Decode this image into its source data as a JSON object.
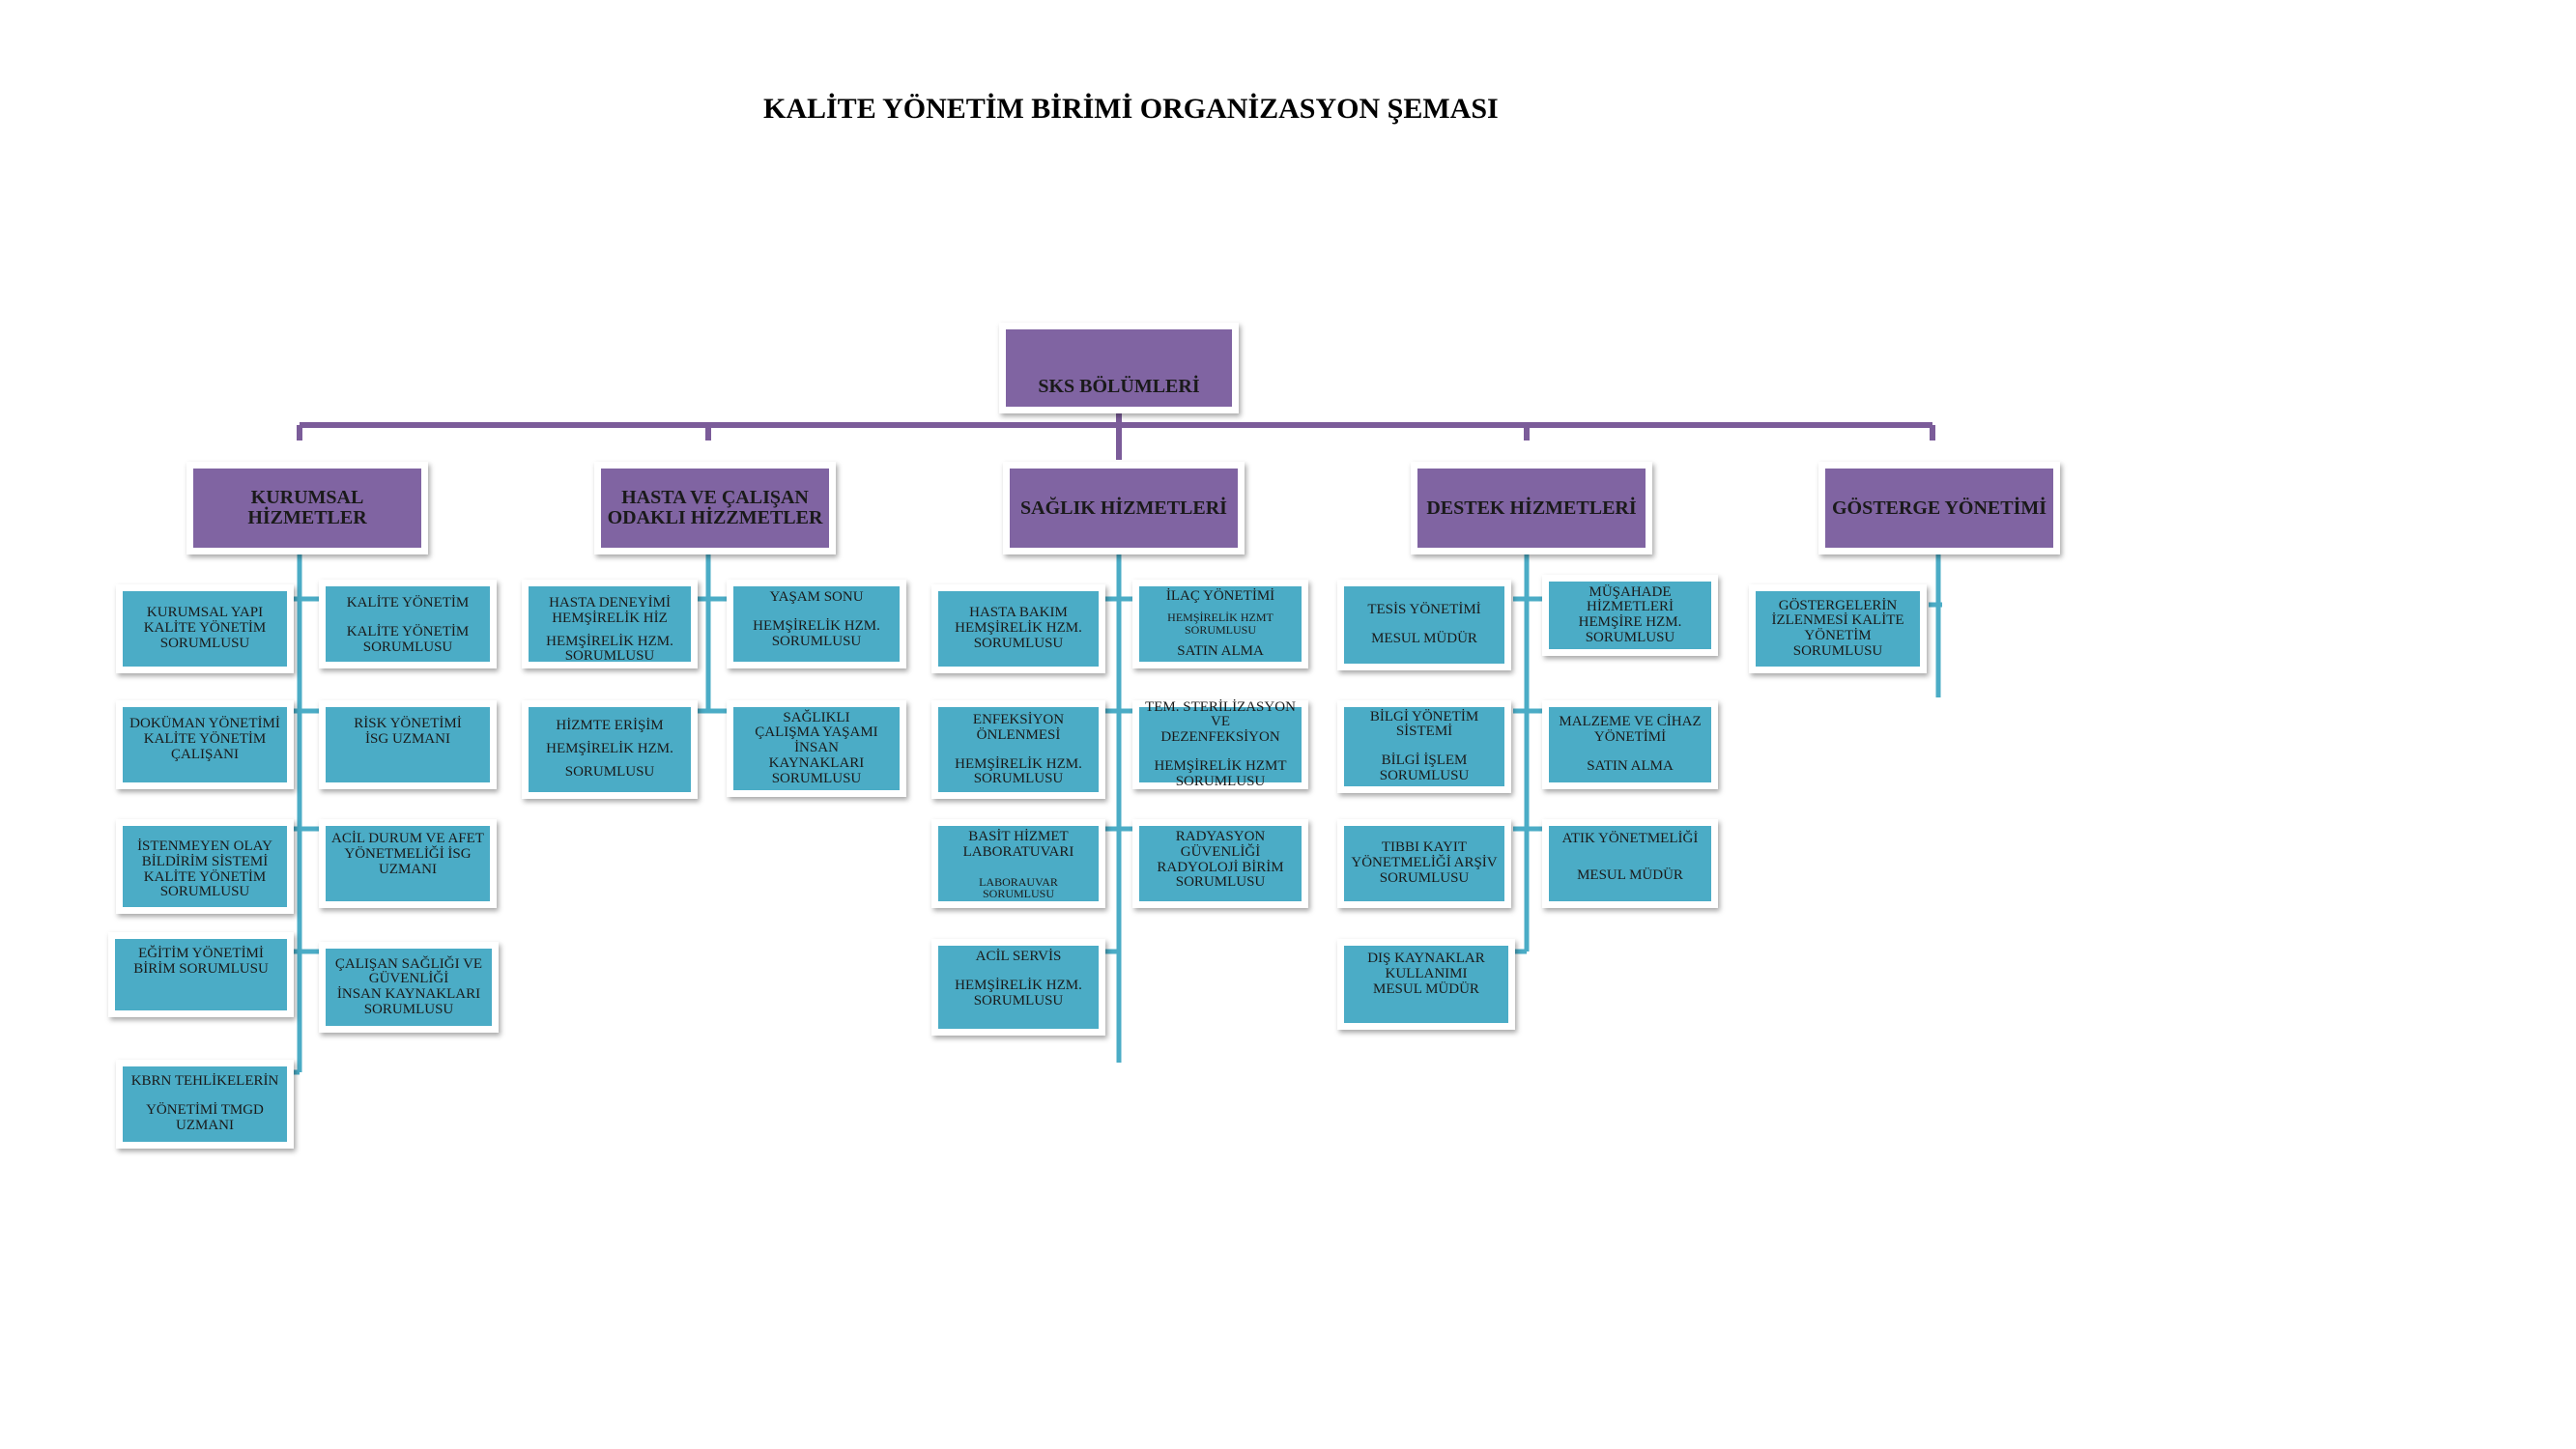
{
  "title": "KALİTE YÖNETİM BİRİMİ ORGANİZASYON ŞEMASI",
  "colors": {
    "purple": "#8064a2",
    "teal": "#4bacc6",
    "line_purple": "#7b5c99",
    "line_teal": "#4bacc6"
  },
  "root": "SKS BÖLÜMLERİ",
  "categories": [
    "KURUMSAL\nHİZMETLER",
    "HASTA VE ÇALIŞAN\nODAKLI HİZZMETLER",
    "SAĞLIK HİZMETLERİ",
    "DESTEK HİZMETLERİ",
    "GÖSTERGE YÖNETİMİ"
  ],
  "kurumsal": [
    [
      "KURUMSAL YAPI\nKALİTE  YÖNETİM\nSORUMLUSU"
    ],
    [
      "KALİTE  YÖNETİM",
      "KALİTE YÖNETİM\nSORUMLUSU"
    ],
    [
      "DOKÜMAN  YÖNETİMİ\nKALİTE  YÖNETİM\nÇALIŞANI"
    ],
    [
      "RİSK  YÖNETİMİ\nİSG  UZMANI"
    ],
    [
      "İSTENMEYEN OLAY\nBİLDİRİM  SİSTEMİ\nKALİTE  YÖNETİM\nSORUMLUSU"
    ],
    [
      "ACİL DURUM VE AFET\nYÖNETMELİĞİ İSG\nUZMANI"
    ],
    [
      "EĞİTİM YÖNETİMİ\nBİRİM SORUMLUSU"
    ],
    [
      "ÇALIŞAN SAĞLIĞI VE\nGÜVENLİĞİ\nİNSAN KAYNAKLARI\nSORUMLUSU"
    ],
    [
      "KBRN TEHLİKELERİN",
      "YÖNETİMİ TMGD\nUZMANI"
    ]
  ],
  "hasta": [
    [
      "HASTA DENEYİMİ\nHEMŞİRELİK HİZ",
      "HEMŞİRELİK HZM.\nSORUMLUSU"
    ],
    [
      "YAŞAM SONU",
      "HEMŞİRELİK HZM.\nSORUMLUSU"
    ],
    [
      "HİZMTE ERİŞİM",
      "HEMŞİRELİK HZM.",
      "SORUMLUSU"
    ],
    [
      "SAĞLIKLI\nÇALIŞMA YAŞAMI\nİNSAN\nKAYNAKLARI\nSORUMLUSU"
    ]
  ],
  "saglik": [
    [
      "HASTA BAKIM\nHEMŞİRELİK HZM.\nSORUMLUSU"
    ],
    [
      "İLAÇ YÖNETİMİ",
      "HEMŞİRELİK HZMT SORUMLUSU",
      "SATIN ALMA"
    ],
    [
      "ENFEKSİYON ÖNLENMESİ",
      "HEMŞİRELİK HZM.\nSORUMLUSU"
    ],
    [
      "TEM. STERİLİZASYON  VE\nDEZENFEKSİYON",
      "HEMŞİRELİK HZMT\nSORUMLUSU"
    ],
    [
      "BASİT HİZMET\nLABORATUVARI",
      "LABORAUVAR SORUMLUSU"
    ],
    [
      "RADYASYON GÜVENLİĞİ\nRADYOLOJİ BİRİM\nSORUMLUSU"
    ],
    [
      "ACİL SERVİS",
      "HEMŞİRELİK HZM.\nSORUMLUSU"
    ]
  ],
  "destek": [
    [
      "TESİS YÖNETİMİ",
      "MESUL MÜDÜR"
    ],
    [
      "MÜŞAHADE\nHİZMETLERİ\nHEMŞİRE HZM.\nSORUMLUSU"
    ],
    [
      "BİLGİ  YÖNETİM  SİSTEMİ",
      "BİLGİ  İŞLEM SORUMLUSU"
    ],
    [
      "MALZEME  VE CİHAZ\nYÖNETİMİ",
      "SATIN ALMA"
    ],
    [
      "TIBBI KAYIT\nYÖNETMELİĞİ  ARŞİV\nSORUMLUSU"
    ],
    [
      "ATIK YÖNETMELİĞİ",
      "MESUL MÜDÜR"
    ],
    [
      "DIŞ KAYNAKLAR\nKULLANIMI\nMESUL MÜDÜR"
    ]
  ],
  "gosterge": [
    [
      "GÖSTERGELERİN\nİZLENMESİ  KALİTE\nYÖNETİM SORUMLUSU"
    ]
  ]
}
